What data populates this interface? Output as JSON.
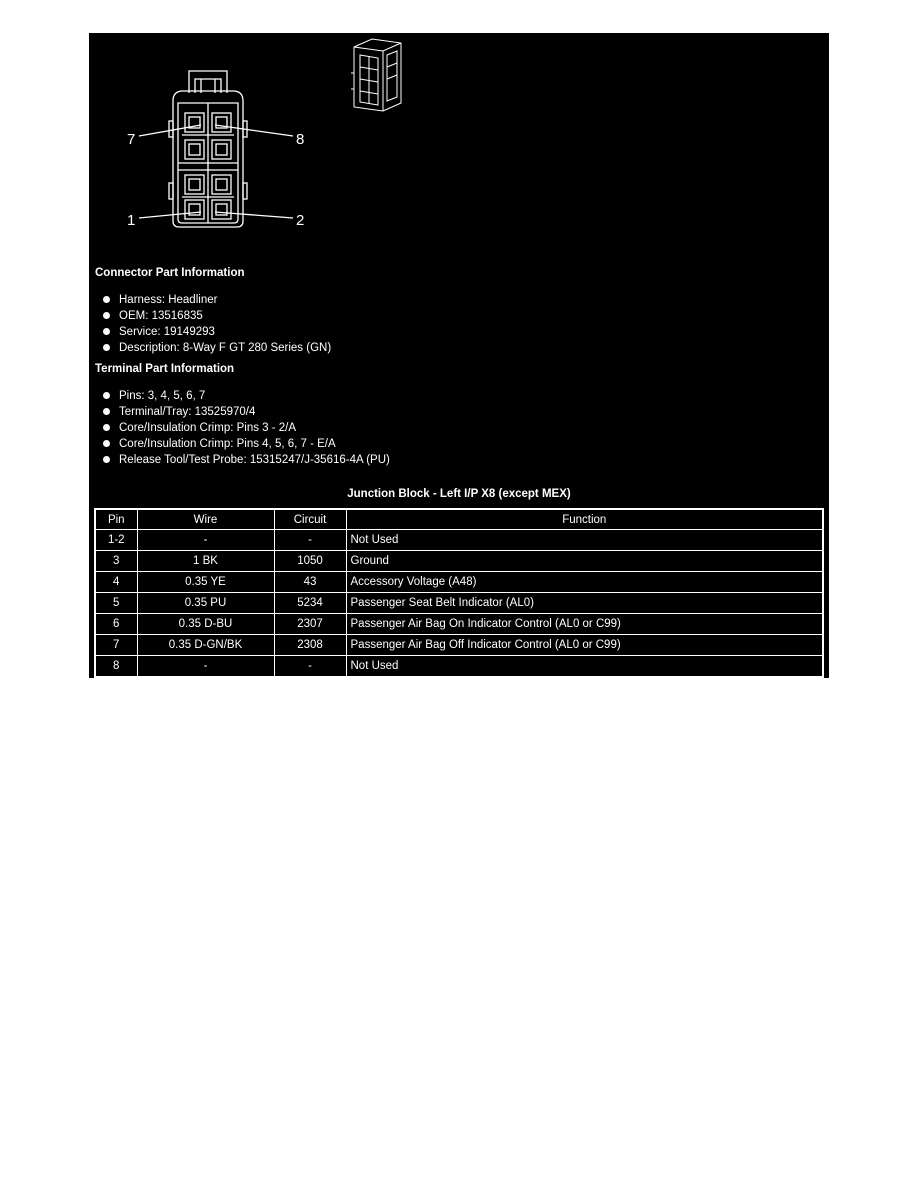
{
  "connector_diagram": {
    "pin_labels": [
      "7",
      "8",
      "1",
      "2"
    ]
  },
  "connector_part_info": {
    "heading": "Connector Part Information",
    "items": [
      "Harness: Headliner",
      "OEM: 13516835",
      "Service: 19149293",
      "Description: 8-Way F GT 280 Series (GN)"
    ]
  },
  "terminal_part_info": {
    "heading": "Terminal Part Information",
    "items": [
      "Pins: 3, 4, 5, 6, 7",
      "Terminal/Tray: 13525970/4",
      "Core/Insulation Crimp: Pins 3 - 2/A",
      "Core/Insulation Crimp: Pins 4, 5, 6, 7 - E/A",
      "Release Tool/Test Probe: 15315247/J-35616-4A (PU)"
    ]
  },
  "table": {
    "title": "Junction Block - Left I/P X8 (except MEX)",
    "headers": [
      "Pin",
      "Wire",
      "Circuit",
      "Function"
    ],
    "rows": [
      [
        "1-2",
        "-",
        "-",
        "Not Used"
      ],
      [
        "3",
        "1 BK",
        "1050",
        "Ground"
      ],
      [
        "4",
        "0.35 YE",
        "43",
        "Accessory Voltage (A48)"
      ],
      [
        "5",
        "0.35 PU",
        "5234",
        "Passenger Seat Belt Indicator (AL0)"
      ],
      [
        "6",
        "0.35 D-BU",
        "2307",
        "Passenger Air Bag On Indicator Control (AL0 or C99)"
      ],
      [
        "7",
        "0.35 D-GN/BK",
        "2308",
        "Passenger Air Bag Off Indicator Control (AL0 or C99)"
      ],
      [
        "8",
        "-",
        "-",
        "Not Used"
      ]
    ]
  }
}
